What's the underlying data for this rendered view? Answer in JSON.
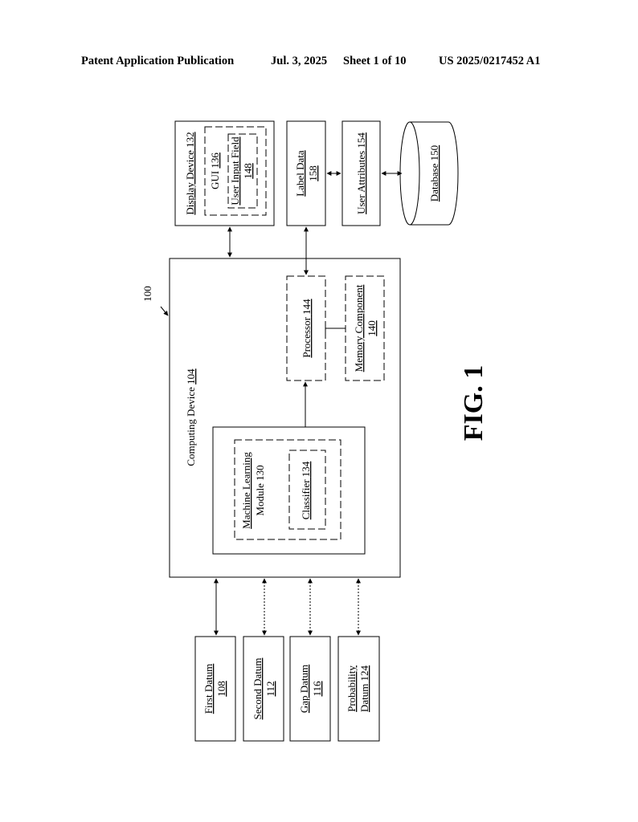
{
  "header": {
    "publication": "Patent Application Publication",
    "date": "Jul. 3, 2025",
    "sheet": "Sheet 1 of 10",
    "number": "US 2025/0217452 A1"
  },
  "figure": {
    "ref": "100",
    "caption": "FIG. 1",
    "computing_device": {
      "name": "Computing Device",
      "num": "104"
    },
    "ml_module": {
      "line1": "Machine Learning",
      "line2": "Module",
      "num": "130"
    },
    "classifier": {
      "name": "Classifier",
      "num": "134"
    },
    "processor": {
      "name": "Processor",
      "num": "144"
    },
    "memory": {
      "name": "Memory Component",
      "num": "140"
    },
    "display_device": {
      "name": "Display Device",
      "num": "132"
    },
    "gui": {
      "name": "GUI",
      "num": "136"
    },
    "user_input": {
      "name": "User Input Field",
      "num": "148"
    },
    "label_data": {
      "name": "Label Data",
      "num": "158"
    },
    "user_attributes": {
      "name": "User Attributes",
      "num": "154"
    },
    "database": {
      "name": "Database",
      "num": "150"
    },
    "first_datum": {
      "name": "First Datum",
      "num": "108"
    },
    "second_datum": {
      "name": "Second Datum",
      "num": "112"
    },
    "gap_datum": {
      "name": "Gap Datum",
      "num": "116"
    },
    "probability_datum": {
      "line1": "Probability",
      "line2": "Datum",
      "num": "124"
    }
  }
}
